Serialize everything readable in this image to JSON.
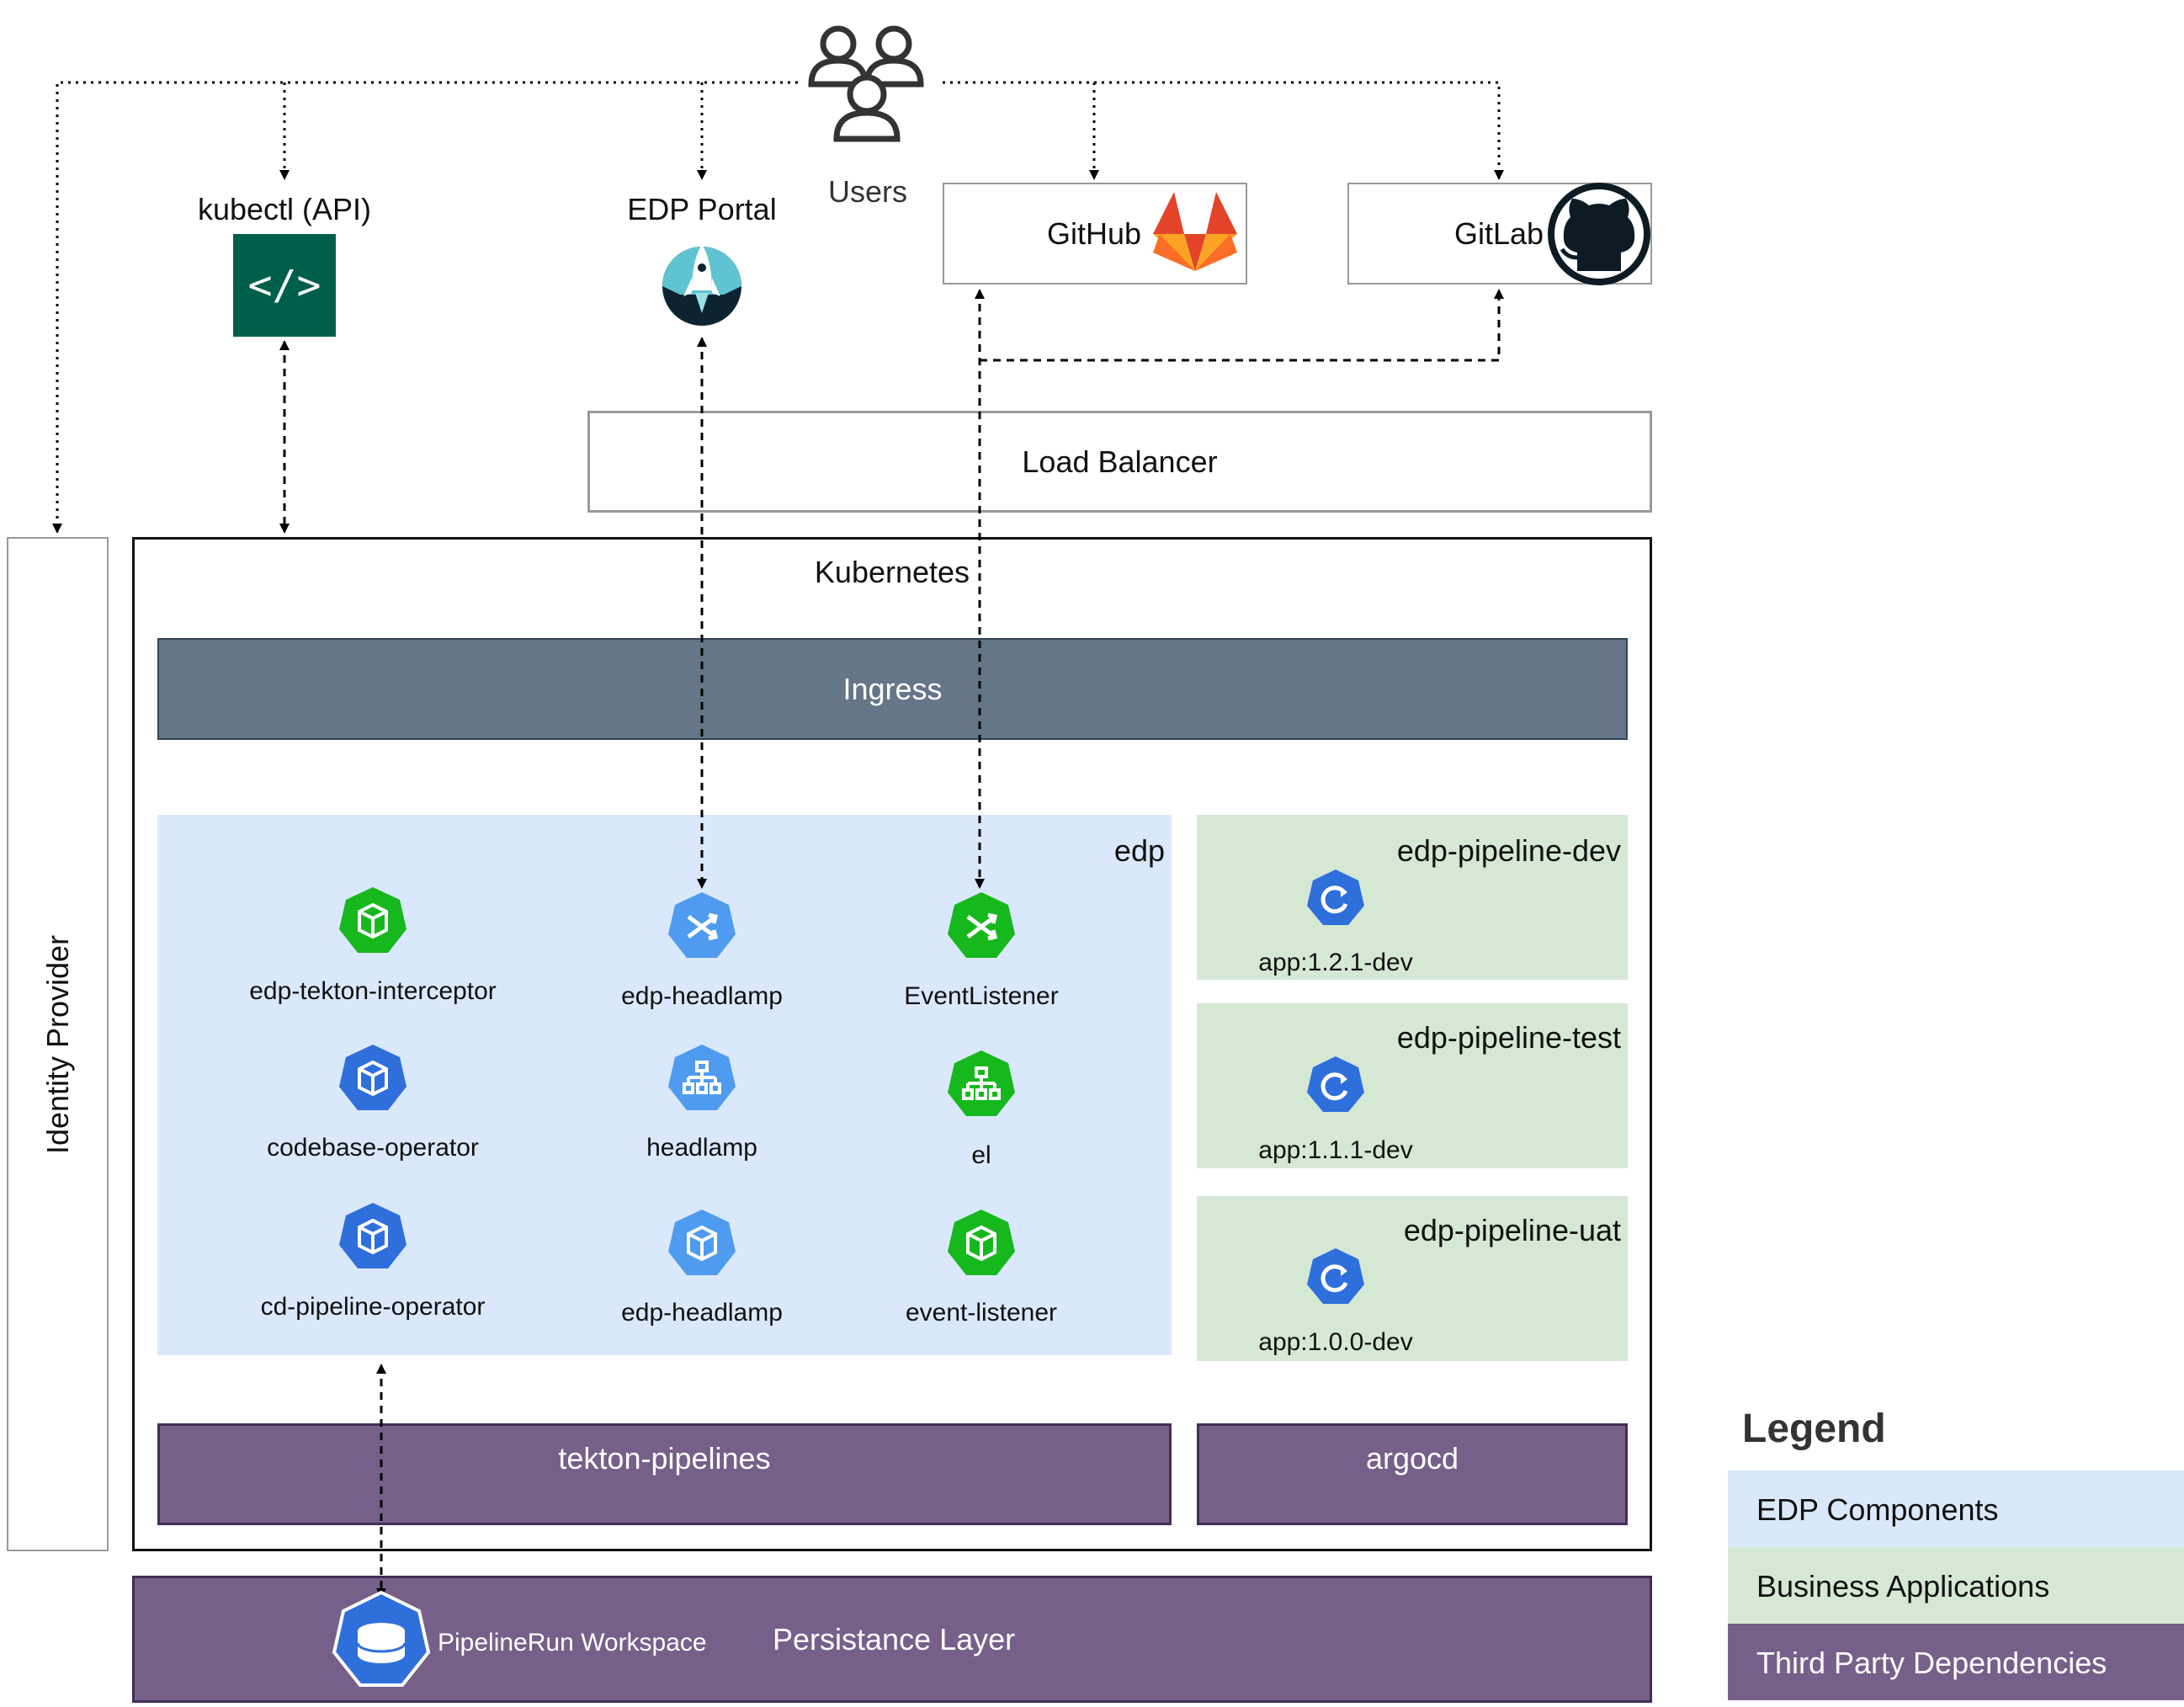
{
  "users": {
    "label": "Users",
    "icon": "users-icon"
  },
  "kubectl": {
    "label": "kubectl (API)",
    "icon": "code-icon"
  },
  "portal": {
    "label": "EDP Portal",
    "icon": "rocket-icon"
  },
  "github": {
    "label": "GitHub",
    "icon": "gitlab-fox-icon"
  },
  "gitlab": {
    "label": "GitLab",
    "icon": "github-octocat-icon"
  },
  "load_balancer": {
    "label": "Load Balancer"
  },
  "identity_provider": {
    "label": "Identity Provider"
  },
  "kubernetes": {
    "label": "Kubernetes"
  },
  "ingress": {
    "label": "Ingress"
  },
  "edp": {
    "label": "edp",
    "items": [
      {
        "label": "edp-tekton-interceptor",
        "icon": "deployment-icon",
        "color": "#17b81d"
      },
      {
        "label": "edp-headlamp",
        "icon": "service-icon",
        "color": "#4f9bef"
      },
      {
        "label": "EventListener",
        "icon": "service-icon",
        "color": "#17b81d"
      },
      {
        "label": "codebase-operator",
        "icon": "deployment-icon",
        "color": "#2f6fdc"
      },
      {
        "label": "headlamp",
        "icon": "ingress-icon",
        "color": "#4f9bef"
      },
      {
        "label": "el",
        "icon": "ingress-icon",
        "color": "#17b81d"
      },
      {
        "label": "cd-pipeline-operator",
        "icon": "deployment-icon",
        "color": "#2f6fdc"
      },
      {
        "label": "edp-headlamp",
        "icon": "deployment-icon",
        "color": "#4f9bef"
      },
      {
        "label": "event-listener",
        "icon": "deployment-icon",
        "color": "#17b81d"
      }
    ]
  },
  "pipelines": [
    {
      "label": "edp-pipeline-dev",
      "app": "app:1.2.1-dev",
      "icon": "argo-app-icon"
    },
    {
      "label": "edp-pipeline-test",
      "app": "app:1.1.1-dev",
      "icon": "argo-app-icon"
    },
    {
      "label": "edp-pipeline-uat",
      "app": "app:1.0.0-dev",
      "icon": "argo-app-icon"
    }
  ],
  "tekton": {
    "label": "tekton-pipelines"
  },
  "argocd": {
    "label": "argocd"
  },
  "persistence": {
    "label": "Persistance Layer",
    "workspace": "PipelineRun Workspace",
    "icon": "storage-icon"
  },
  "legend": {
    "title": "Legend",
    "items": [
      {
        "label": "EDP Components",
        "color": "#dae8fc"
      },
      {
        "label": "Business Applications",
        "color": "#d5e8d4"
      },
      {
        "label": "Third Party Dependencies",
        "color": "#76608a"
      }
    ]
  }
}
